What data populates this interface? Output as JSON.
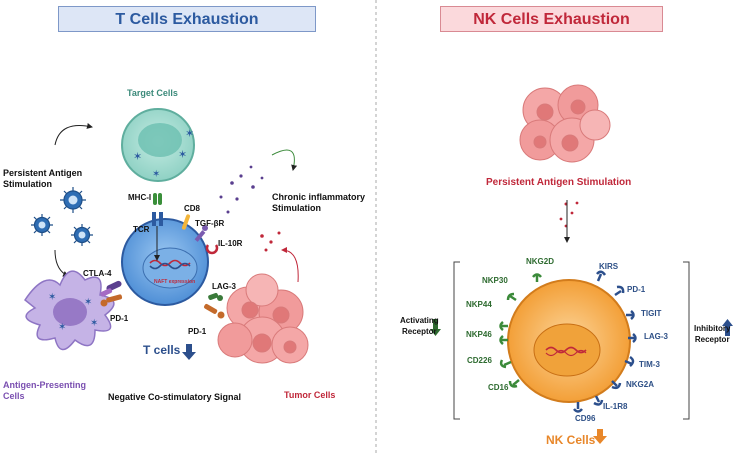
{
  "panels": {
    "t_cells": {
      "title": "T Cells Exhaustion",
      "target_cells": "Target Cells",
      "persistent_antigen": "Persistent Antigen\nStimulation",
      "chronic_inflammatory": "Chronic inflammatory\nStimulation",
      "mhc": "MHC-I",
      "tcr": "TCR",
      "cd8": "CD8",
      "tgfbr": "TGF-βR",
      "il10r": "IL-10R",
      "ctla4": "CTLA-4",
      "lag3": "LAG-3",
      "pd1_left": "PD-1",
      "pd1_right": "PD-1",
      "nfat": "NAFT expression",
      "t_cells": "T cells",
      "apc": "Antigen-Presenting\nCells",
      "neg_costim": "Negative Co-stimulatory Signal",
      "tumor": "Tumor Cells"
    },
    "nk_cells": {
      "title": "NK Cells Exhaustion",
      "persistent_antigen": "Persistent Antigen Stimulation",
      "activating": "Activating\nReceptor",
      "inhibitory": "Inhibitory\nReceptor",
      "nk_cells": "NK Cells",
      "activating_receptors": [
        "NKG2D",
        "NKP30",
        "NKP44",
        "NKP46",
        "CD226",
        "CD16"
      ],
      "inhibitory_receptors": [
        "KIRS",
        "PD-1",
        "TIGIT",
        "LAG-3",
        "TIM-3",
        "NKG2A",
        "IL-1R8",
        "CD96"
      ]
    }
  },
  "colors": {
    "t_title_text": "#2c5aa0",
    "nk_title_text": "#c0283a",
    "tcell_blue": "#5fa0e0",
    "nk_orange": "#f5a23c",
    "apc_purple": "#b39ddb",
    "tumor_pink": "#f19b9b",
    "target_teal": "#8fd1c4",
    "arrow_green": "#3b8a3a",
    "arrow_blue": "#2c4f8c",
    "arrow_orange": "#e8872a"
  }
}
